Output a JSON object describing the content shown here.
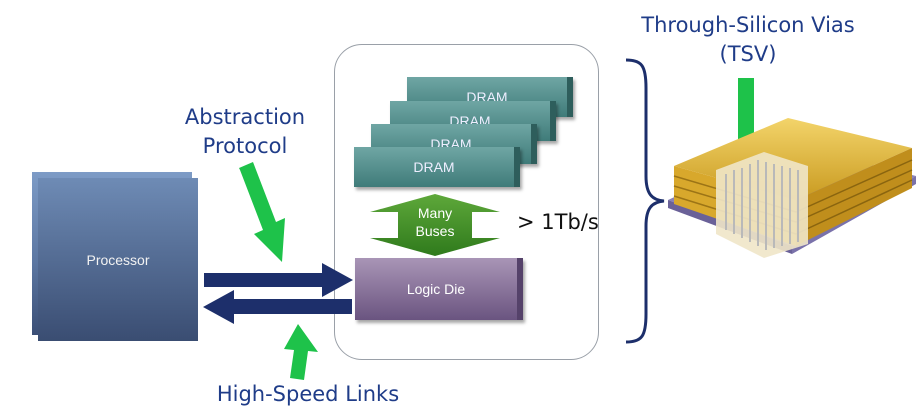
{
  "processor": {
    "label": "Processor"
  },
  "logic_die": {
    "label": "Logic Die"
  },
  "dram_layers": [
    "DRAM",
    "DRAM",
    "DRAM",
    "DRAM"
  ],
  "buses": {
    "line1": "Many",
    "line2": "Buses"
  },
  "bandwidth": "> 1Tb/s",
  "callouts": {
    "abstraction_line1": "Abstraction",
    "abstraction_line2": "Protocol",
    "tsv_line1": "Through-Silicon Vias",
    "tsv_line2": "(TSV)",
    "links": "High-Speed Links"
  },
  "colors": {
    "arrow_navy": "#1d2f6b",
    "arrow_green": "#1ec24a",
    "callout_text": "#1f3c88"
  }
}
